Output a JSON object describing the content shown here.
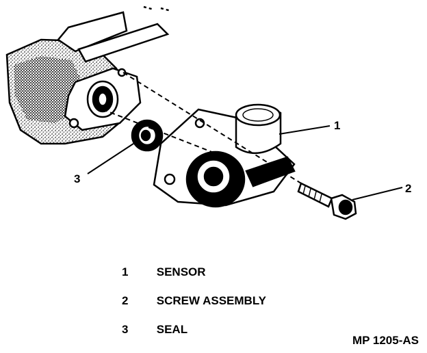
{
  "callouts": [
    {
      "number": "1",
      "target": "sensor"
    },
    {
      "number": "2",
      "target": "screw-assembly"
    },
    {
      "number": "3",
      "target": "seal"
    }
  ],
  "legend": [
    {
      "number": "1",
      "label": "SENSOR"
    },
    {
      "number": "2",
      "label": "SCREW ASSEMBLY"
    },
    {
      "number": "3",
      "label": "SEAL"
    }
  ],
  "figure_id": "MP 1205-AS",
  "colors": {
    "ink": "#000000",
    "paper": "#ffffff",
    "stipple": "#333333"
  }
}
